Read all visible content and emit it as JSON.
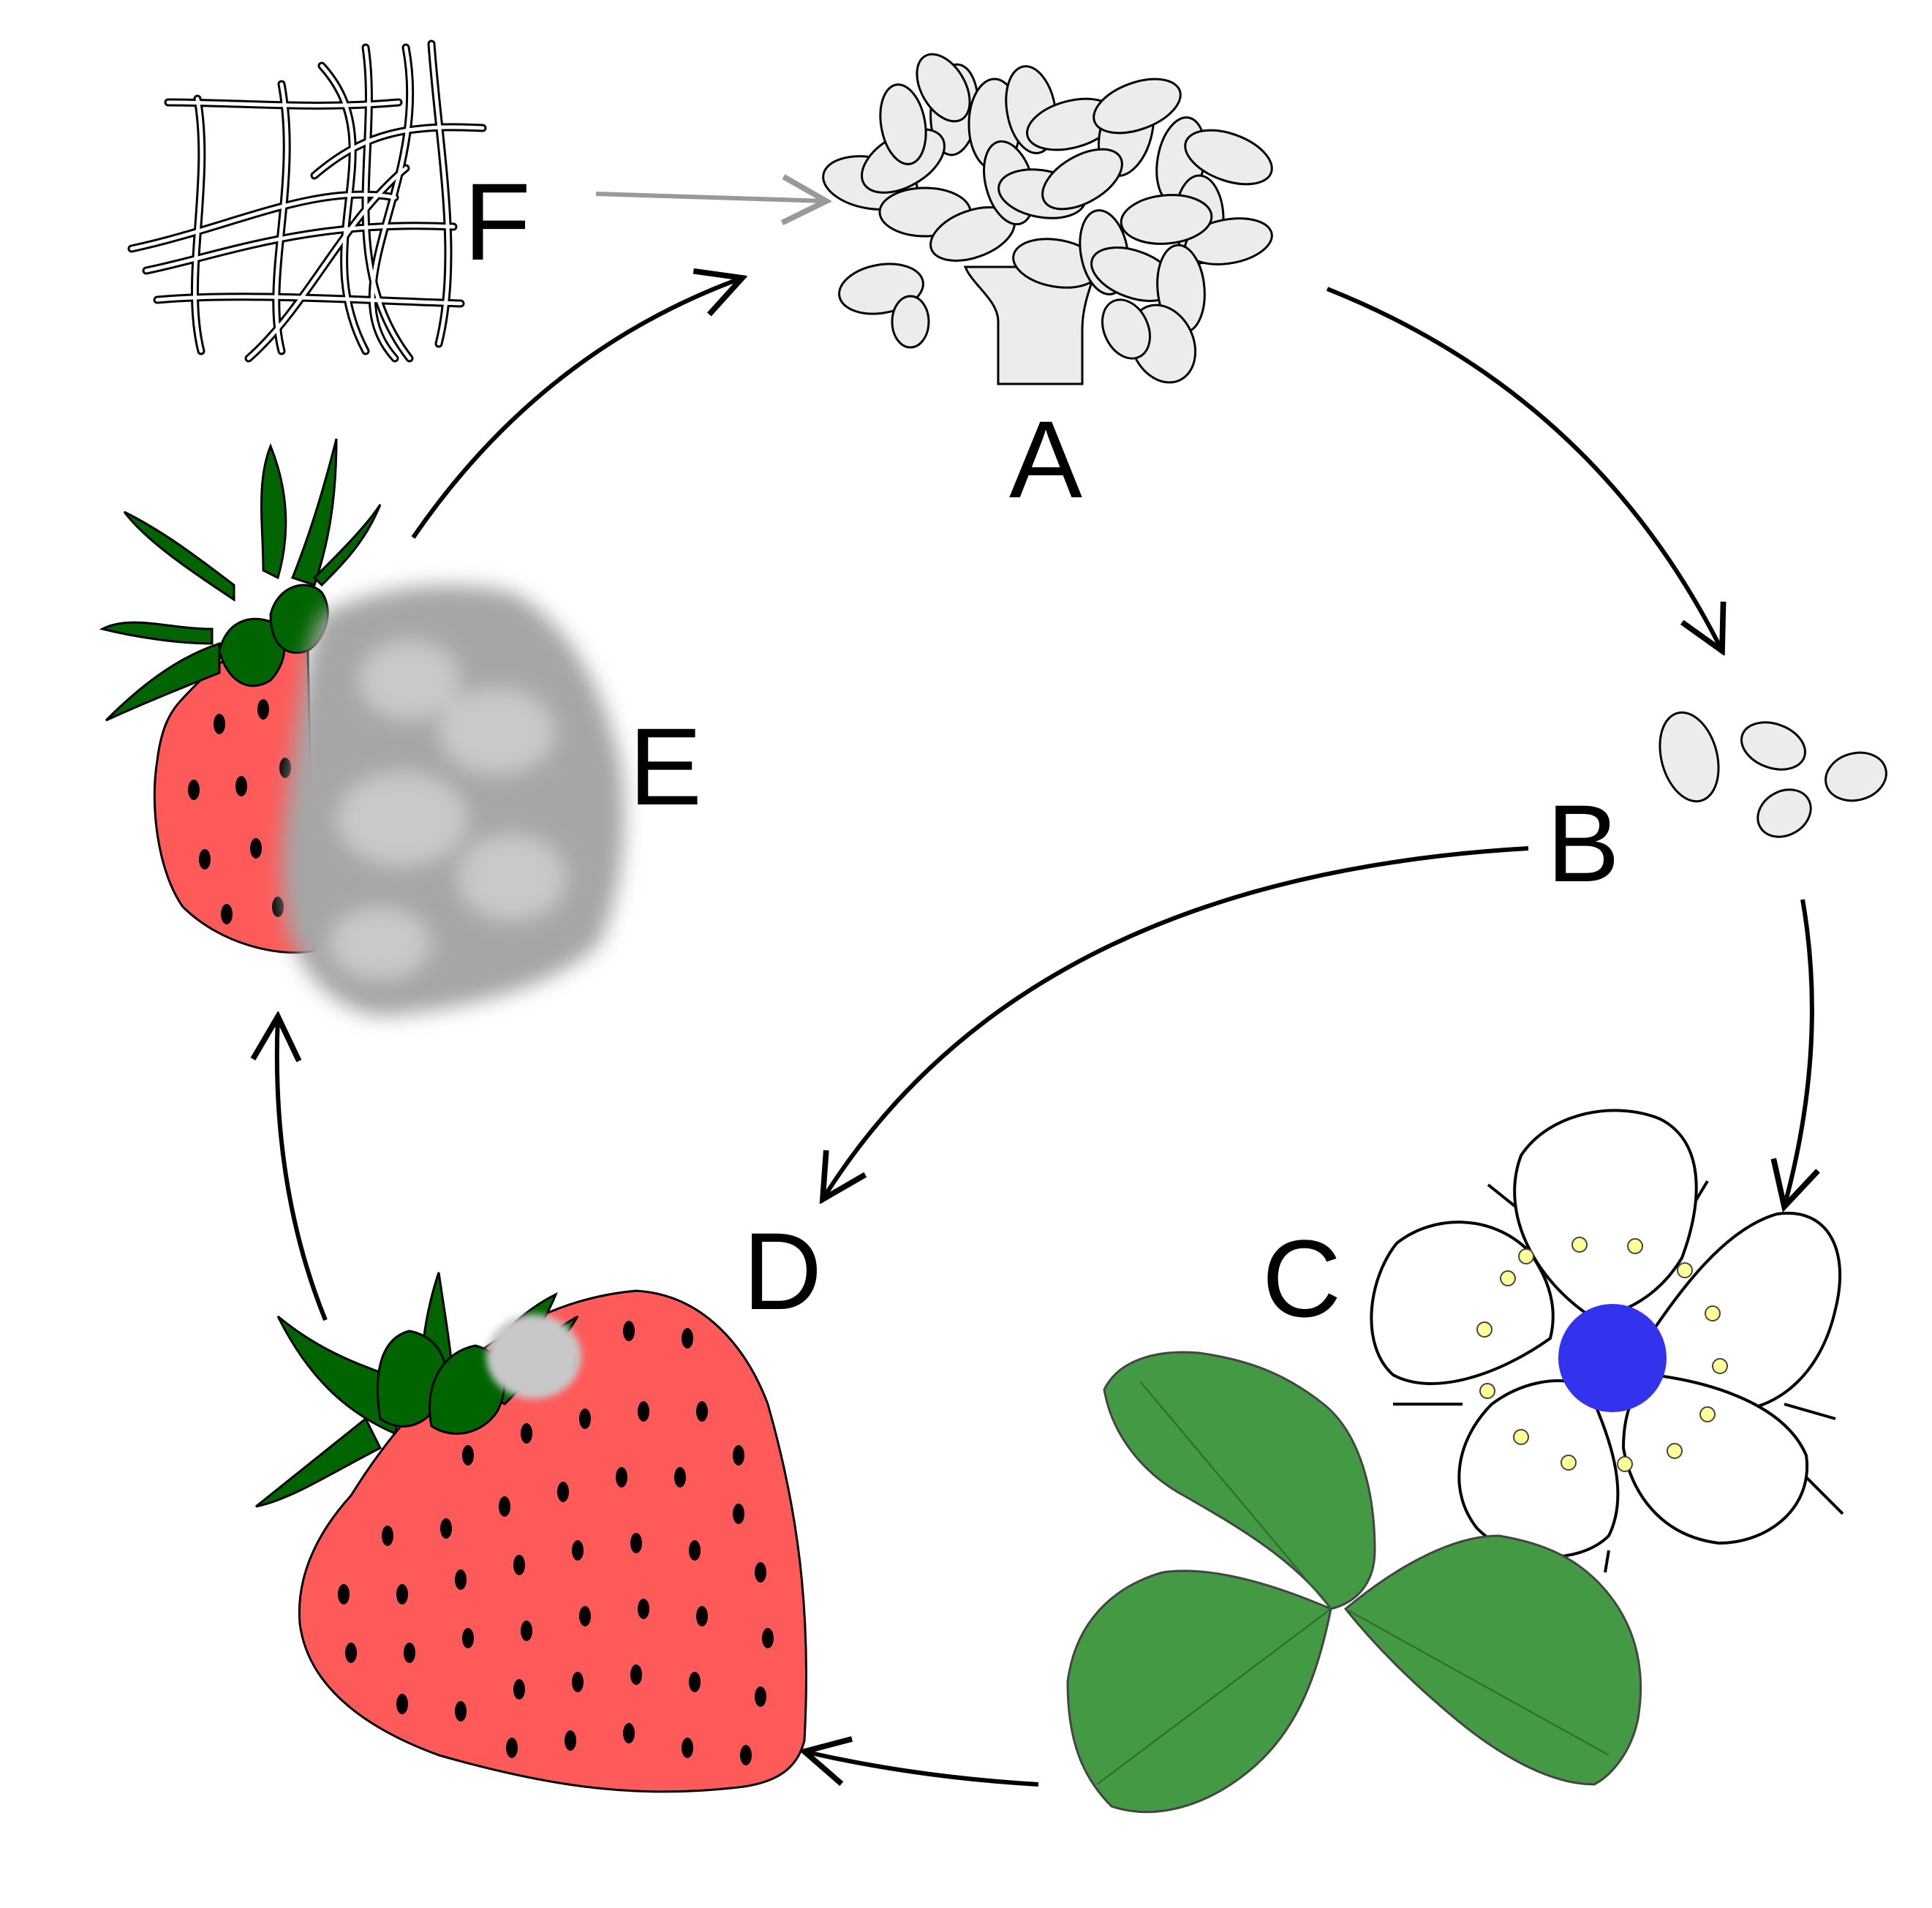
{
  "labels": {
    "a": "A",
    "b": "B",
    "c": "C",
    "d": "D",
    "e": "E",
    "f": "F"
  },
  "colors": {
    "spore": "#ececec",
    "strawberry": "#ff5a5a",
    "calyx": "#006400",
    "leaf": "#449a44",
    "pistils": "#3333ee",
    "stamens": "#ffff99",
    "mold": "#a6a6a6",
    "cycle_arrow": "#000000",
    "mycelium_arrow": "#999999"
  },
  "icons": [
    "mycelium-icon",
    "conidiophore-icon",
    "conidia-icon",
    "strawberry-flower-icon",
    "strawberry-leaf-icon",
    "infected-strawberry-icon",
    "moldy-strawberry-icon"
  ]
}
